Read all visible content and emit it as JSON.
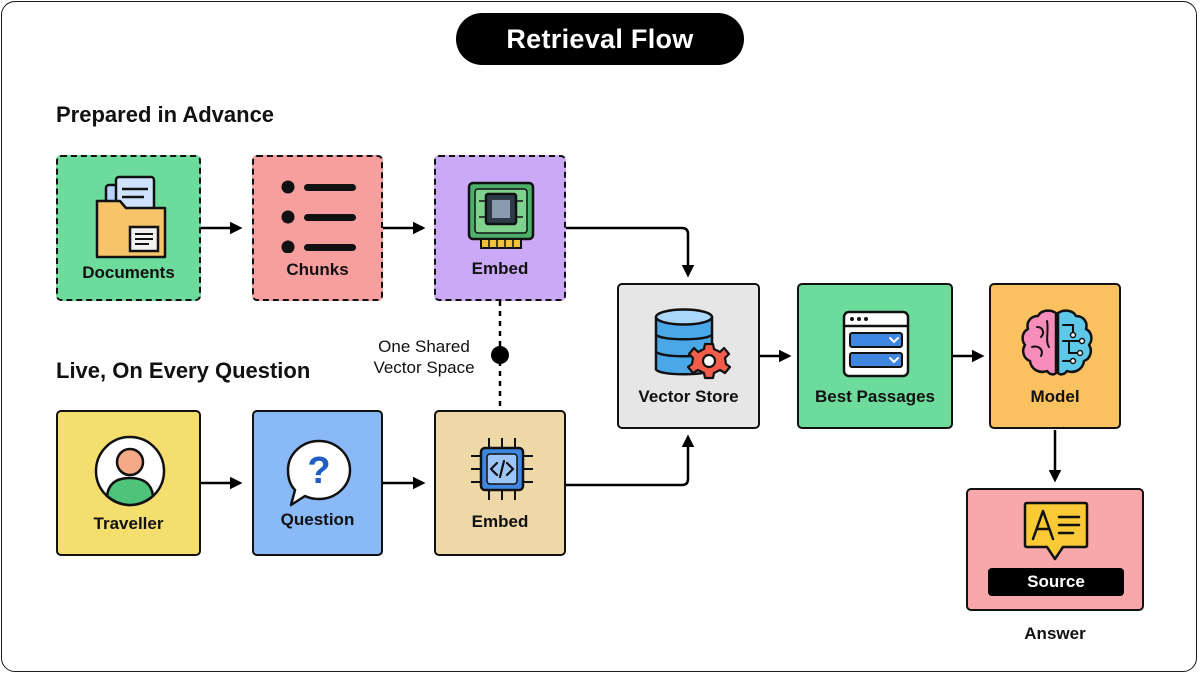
{
  "title": "Retrieval Flow",
  "sections": {
    "prepared": "Prepared in Advance",
    "live": "Live, On Every Question"
  },
  "nodes": {
    "documents": "Documents",
    "chunks": "Chunks",
    "embed_top": "Embed",
    "traveller": "Traveller",
    "question": "Question",
    "embed_bottom": "Embed",
    "vector_store": "Vector Store",
    "best_passages": "Best Passages",
    "model": "Model",
    "source": "Source",
    "answer": "Answer"
  },
  "shared_note": {
    "line1": "One Shared",
    "line2": "Vector Space"
  },
  "colors": {
    "documents": "#6ddb9b",
    "chunks": "#f79e9e",
    "embed_top": "#caaaf7",
    "traveller": "#f4de6e",
    "question": "#8ab9f7",
    "embed_bottom": "#efd8a8",
    "vector_store": "#e6e6e6",
    "best_passages": "#6ddb9b",
    "model": "#fbc060",
    "answer": "#f8a7ab"
  },
  "icons": {
    "documents": "folder-documents-icon",
    "chunks": "bullet-list-icon",
    "embed_top": "circuit-board-icon",
    "traveller": "user-avatar-icon",
    "question": "question-bubble-icon",
    "embed_bottom": "code-chip-icon",
    "vector_store": "database-gear-icon",
    "best_passages": "browser-dropdowns-icon",
    "model": "brain-icon",
    "answer": "text-bubble-icon"
  }
}
